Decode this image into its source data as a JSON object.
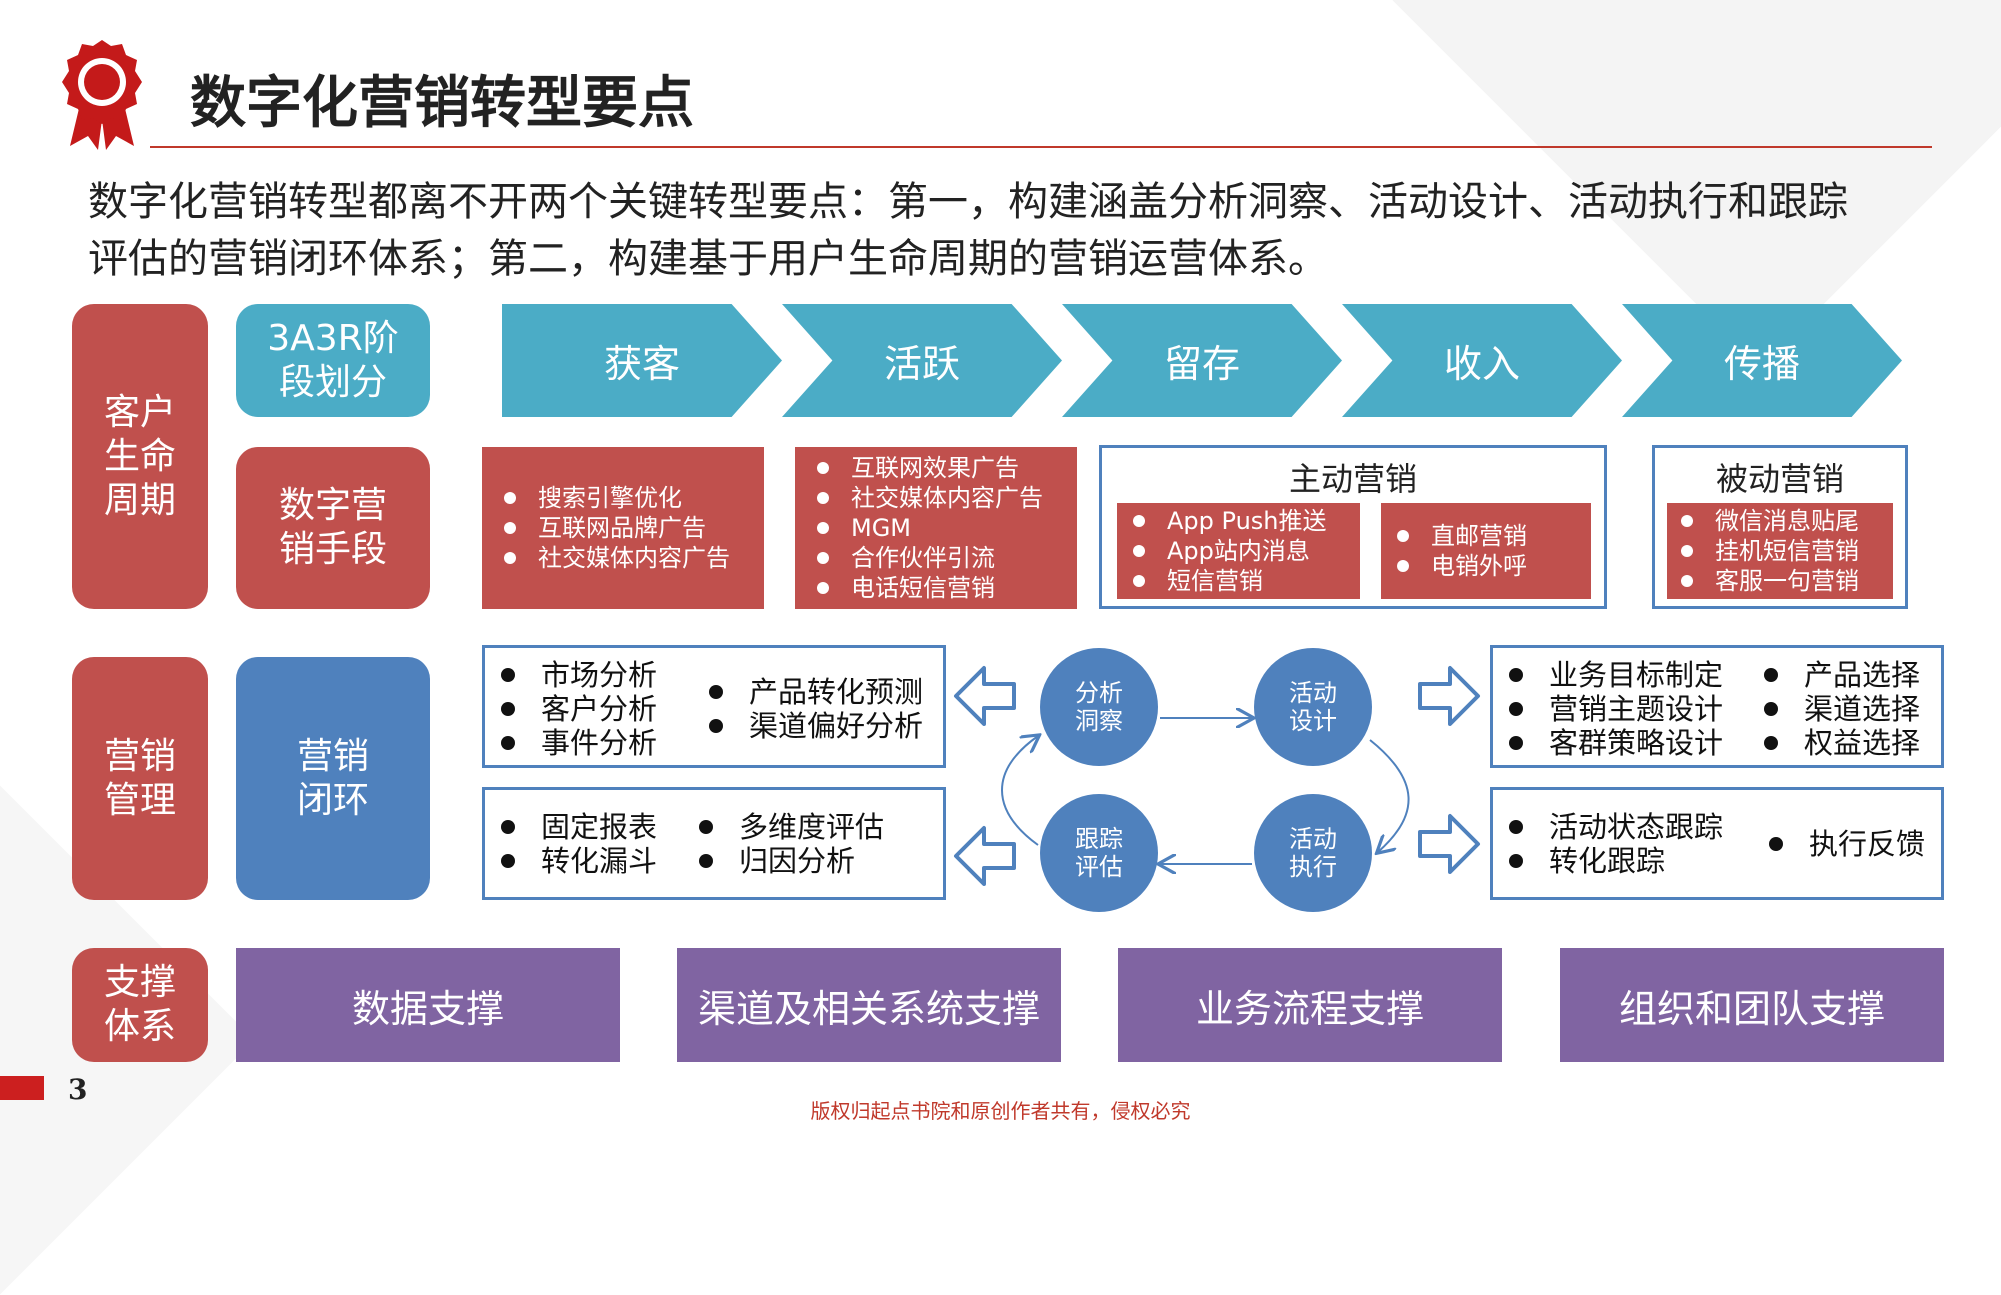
{
  "title": "数字化营销转型要点",
  "intro": {
    "line1": "数字化营销转型都离不开两个关键转型要点：第一，构建涵盖分析洞察、活动设计、活动执行和跟踪",
    "line2": "评估的营销闭环体系；第二，构建基于用户生命周期的营销运营体系。"
  },
  "left_labels": {
    "lifecycle": [
      "客户",
      "生命",
      "周期"
    ],
    "management": [
      "营销",
      "管理"
    ],
    "support": [
      "支撑",
      "体系"
    ]
  },
  "row_labels": {
    "stage": [
      "3A3R阶",
      "段划分"
    ],
    "means": [
      "数字营",
      "销手段"
    ],
    "loop": [
      "营销",
      "闭环"
    ]
  },
  "stages": [
    "获客",
    "活跃",
    "留存",
    "收入",
    "传播"
  ],
  "tactics": {
    "acquire": [
      "搜索引擎优化",
      "互联网品牌广告",
      "社交媒体内容广告"
    ],
    "active": [
      "互联网效果广告",
      "社交媒体内容广告",
      "MGM",
      "合作伙伴引流",
      "电话短信营销"
    ],
    "proactive": {
      "title": "主动营销",
      "left": [
        "App Push推送",
        "App站内消息",
        "短信营销"
      ],
      "right": [
        "直邮营销",
        "电销外呼"
      ]
    },
    "passive": {
      "title": "被动营销",
      "items": [
        "微信消息贴尾",
        "挂机短信营销",
        "客服一句营销"
      ]
    }
  },
  "loop": {
    "analysis_box": {
      "col1": [
        "市场分析",
        "客户分析",
        "事件分析"
      ],
      "col2": [
        "产品转化预测",
        "渠道偏好分析"
      ]
    },
    "eval_box": {
      "col1": [
        "固定报表",
        "转化漏斗"
      ],
      "col2": [
        "多维度评估",
        "归因分析"
      ]
    },
    "design_box": {
      "col1": [
        "业务目标制定",
        "营销主题设计",
        "客群策略设计"
      ],
      "col2": [
        "产品选择",
        "渠道选择",
        "权益选择"
      ]
    },
    "exec_box": {
      "col1": [
        "活动状态跟踪",
        "转化跟踪"
      ],
      "col2": [
        "执行反馈"
      ]
    },
    "nodes": {
      "analysis": [
        "分析",
        "洞察"
      ],
      "design": [
        "活动",
        "设计"
      ],
      "track": [
        "跟踪",
        "评估"
      ],
      "execute": [
        "活动",
        "执行"
      ]
    }
  },
  "supports": [
    "数据支撑",
    "渠道及相关系统支撑",
    "业务流程支撑",
    "组织和团队支撑"
  ],
  "page_number": "3",
  "footer": "版权归起点书院和原创作者共有，侵权必究",
  "colors": {
    "red": "#c0504d",
    "teal": "#4bacc6",
    "blue": "#4f81bd",
    "purple": "#8064a2",
    "accent": "#c0392b"
  },
  "icons": {
    "title_icon": "award-ribbon-icon"
  }
}
